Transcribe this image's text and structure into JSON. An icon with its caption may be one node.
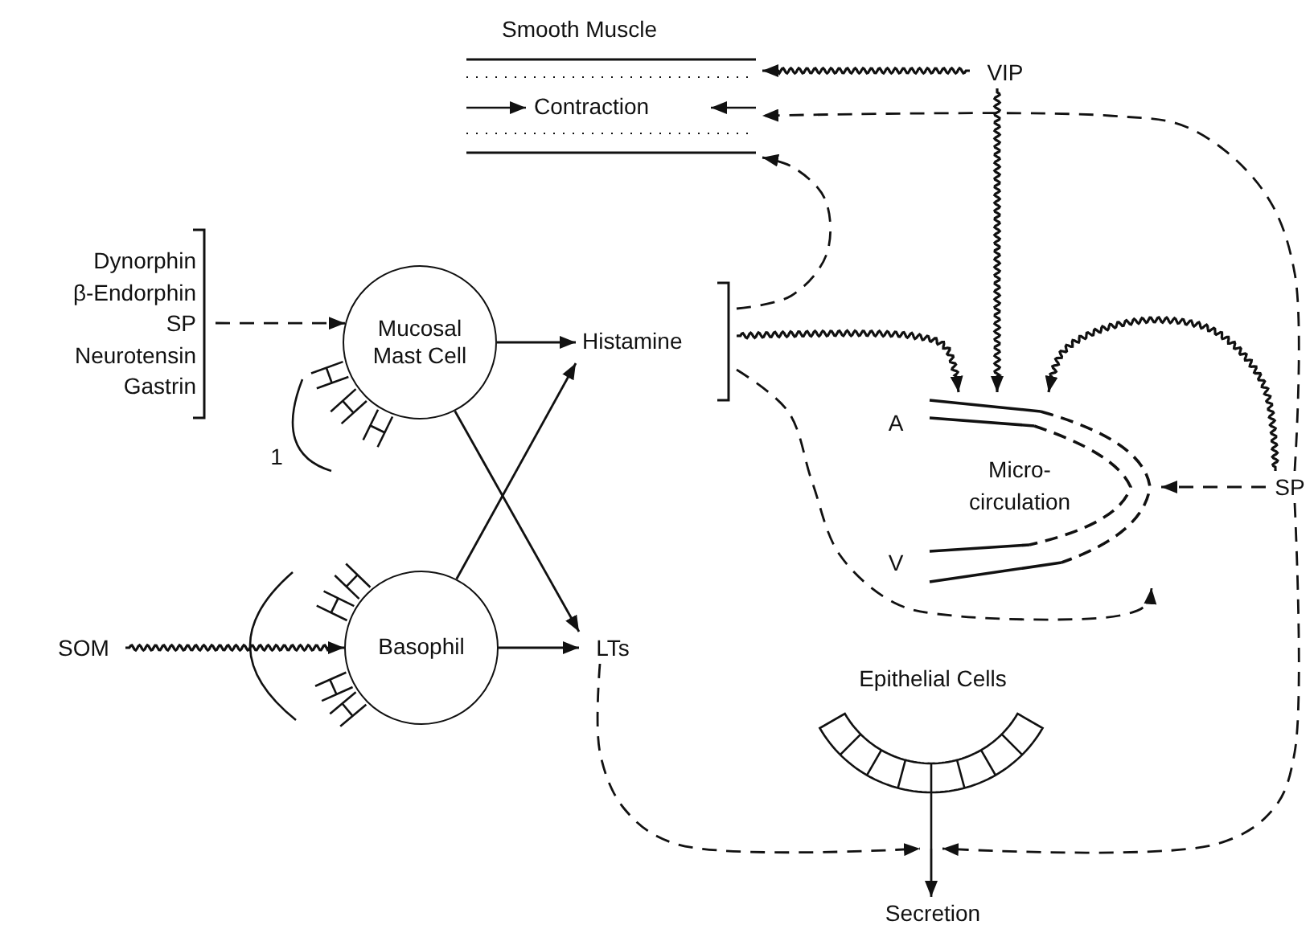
{
  "diagram": {
    "nodes": [
      {
        "text": [
          "Smooth Muscle",
          "Contraction"
        ]
      },
      {
        "text": [
          "VIP"
        ]
      },
      {
        "text": [
          "Dynorphin",
          "β-Endorphin",
          "SP",
          "Neurotensin",
          "Gastrin"
        ]
      },
      {
        "text": [
          "Mucosal Mast Cell"
        ]
      },
      {
        "text": [
          "Histamine"
        ]
      },
      {
        "text": [
          "Basophil"
        ]
      },
      {
        "text": [
          "SOM"
        ]
      },
      {
        "text": [
          "LTs"
        ]
      },
      {
        "text": [
          "Micro- circulation"
        ]
      },
      {
        "text": [
          "SP"
        ]
      },
      {
        "text": [
          "Epithelial Cells"
        ]
      },
      {
        "text": [
          "Secretion"
        ]
      }
    ],
    "edges": [
      {
        "from": 1,
        "to": 0,
        "arrow": "to"
      },
      {
        "from": 1,
        "to": 8,
        "arrow": "to"
      },
      {
        "from": 9,
        "to": 0,
        "arrow": "to",
        "style": "dashed"
      },
      {
        "from": 9,
        "to": 8,
        "arrow": "to",
        "style": "dashed"
      },
      {
        "from": 9,
        "to": 8,
        "arrow": "to"
      },
      {
        "from": 2,
        "to": 3,
        "arrow": "to",
        "style": "dashed"
      },
      {
        "from": 3,
        "to": 4,
        "arrow": "to"
      },
      {
        "from": 3,
        "to": 7,
        "arrow": "to"
      },
      {
        "from": 5,
        "to": 4,
        "arrow": "to"
      },
      {
        "from": 5,
        "to": 7,
        "arrow": "to"
      },
      {
        "from": 6,
        "to": 5,
        "arrow": "to"
      },
      {
        "from": 4,
        "to": 0,
        "arrow": "to",
        "style": "dashed"
      },
      {
        "from": 4,
        "to": 8,
        "arrow": "to"
      },
      {
        "from": 4,
        "to": 8,
        "arrow": "to",
        "style": "dashed"
      },
      {
        "from": 7,
        "to": 10,
        "arrow": "to",
        "style": "dashed"
      },
      {
        "from": 9,
        "to": 10,
        "arrow": "to",
        "style": "dashed"
      },
      {
        "from": 10,
        "to": 11,
        "arrow": "to"
      }
    ],
    "labels": [
      "A",
      "V",
      "1"
    ]
  }
}
